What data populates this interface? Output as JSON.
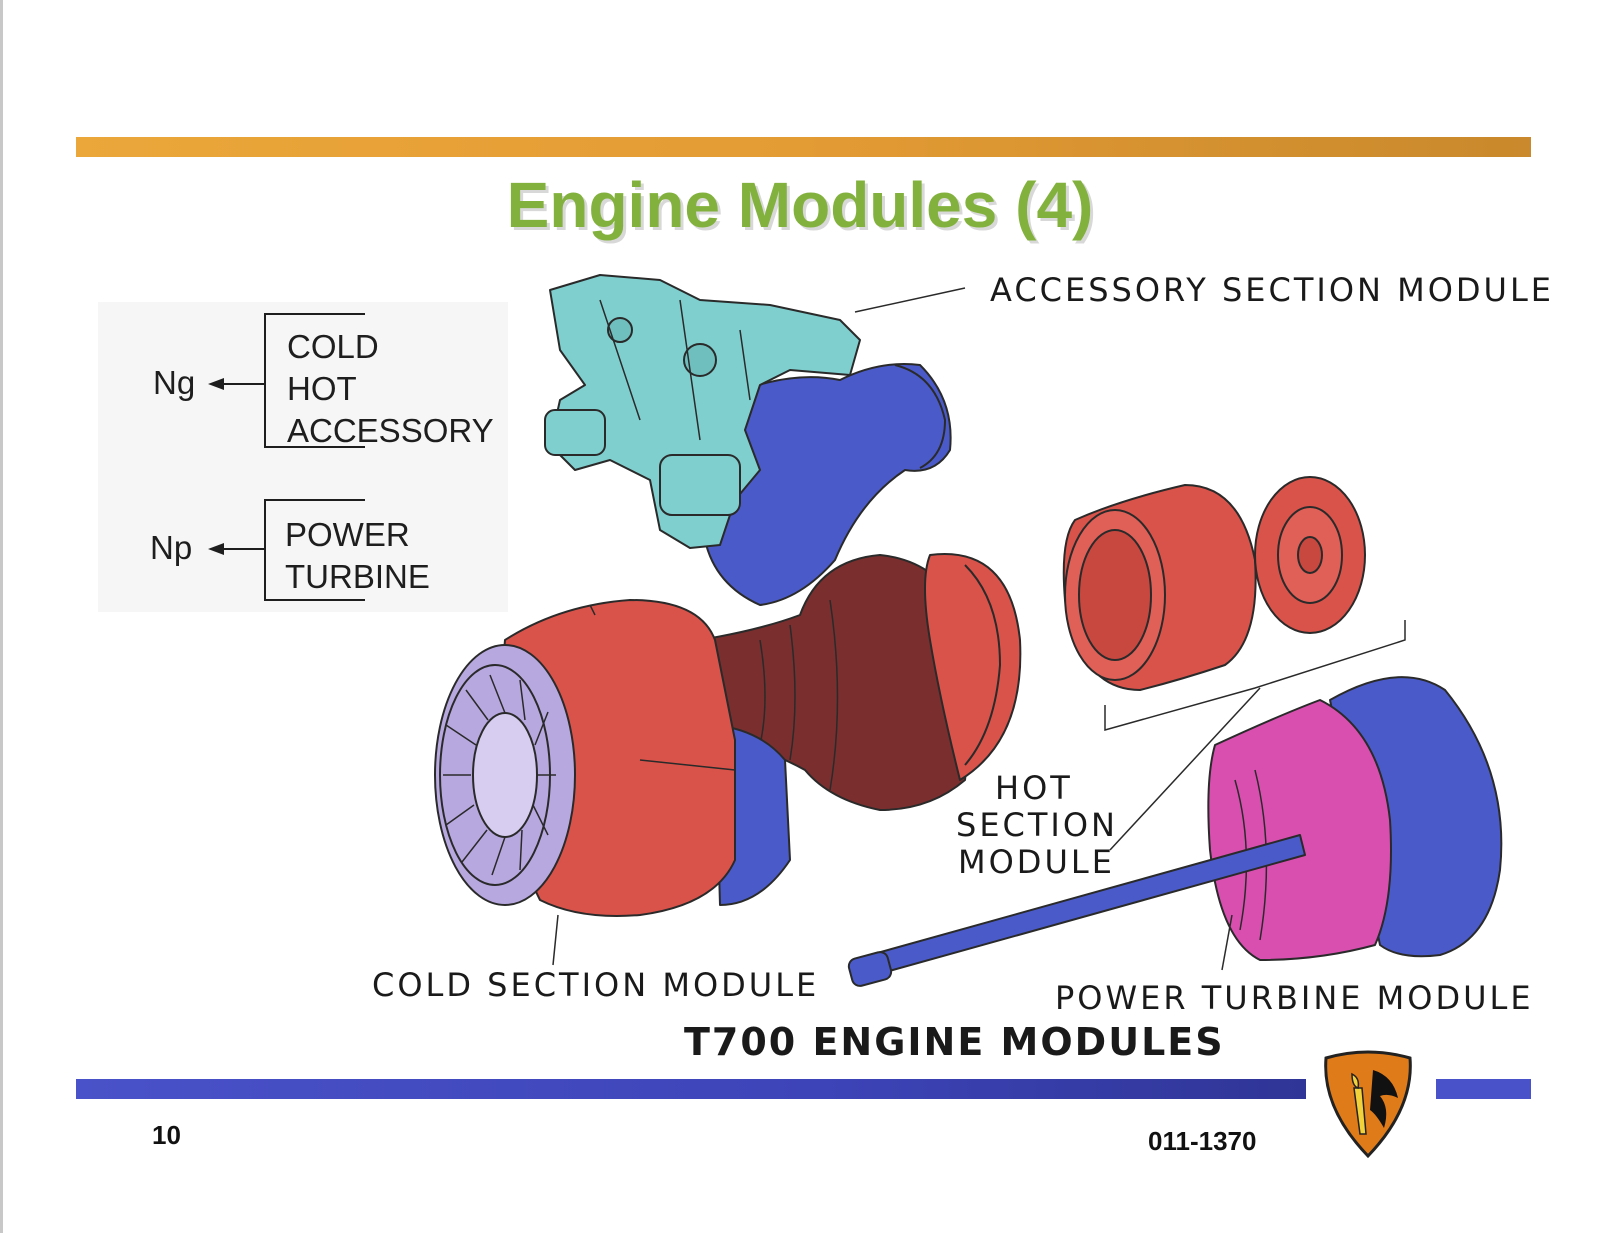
{
  "slide": {
    "title": "Engine Modules (4)",
    "page_number": "10",
    "doc_code": "011-1370"
  },
  "legend": {
    "ng": {
      "symbol": "Ng",
      "items": [
        "COLD",
        "HOT",
        "ACCESSORY"
      ]
    },
    "np": {
      "symbol": "Np",
      "items": [
        "POWER",
        "TURBINE"
      ]
    }
  },
  "figure": {
    "callouts": {
      "accessory": "ACCESSORY SECTION MODULE",
      "hot_lines": [
        "HOT",
        "SECTION",
        "MODULE"
      ],
      "cold": "COLD SECTION MODULE",
      "power_turbine": "POWER TURBINE MODULE"
    },
    "caption": "T700 ENGINE MODULES"
  },
  "colors": {
    "title": "#82b23d",
    "top_bar": "#e39b34",
    "bottom_bar": "#4a52c9",
    "cold_module": "#d9534a",
    "hot_module": "#7a2e2e",
    "accessory_module": "#7fcfcf",
    "power_turbine": "#d94fb0",
    "blue_parts": "#4a5bc9"
  },
  "icons": {
    "logo": "shield-torch-eagle-logo"
  }
}
